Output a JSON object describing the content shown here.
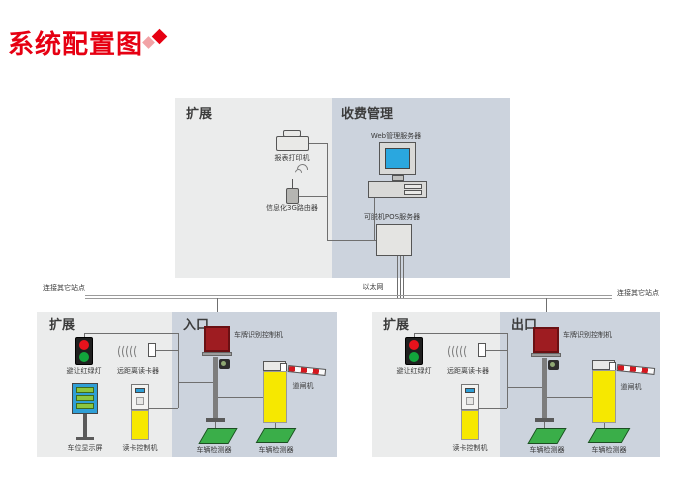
{
  "title": {
    "text": "系统配置图"
  },
  "top": {
    "expand_label": "扩展",
    "toll_label": "收费管理",
    "printer_label": "报表打印机",
    "router_label": "信息化3G路由器",
    "web_server_label": "Web管理服务器",
    "pos_server_label": "可脱机POS服务器"
  },
  "bus": {
    "ethernet_label": "以太网",
    "left_link_label": "连接其它站点",
    "right_link_label": "连接其它站点"
  },
  "entry": {
    "expand_label": "扩展",
    "gate_label": "入口",
    "traffic_light_label": "避让红绿灯",
    "rfid_reader_label": "远距离读卡器",
    "parking_display_label": "车位显示屏",
    "card_controller_label": "读卡控制机",
    "lpr_controller_label": "车牌识别控制机",
    "barrier_label": "道闸机",
    "detector1_label": "车辆检测器",
    "detector2_label": "车辆检测器"
  },
  "exit": {
    "expand_label": "扩展",
    "gate_label": "出口",
    "traffic_light_label": "避让红绿灯",
    "rfid_reader_label": "远距离读卡器",
    "card_controller_label": "读卡控制机",
    "lpr_controller_label": "车牌识别控制机",
    "barrier_label": "道闸机",
    "detector1_label": "车辆检测器",
    "detector2_label": "车辆检测器"
  },
  "colors": {
    "title_red": "#e60012",
    "panel_light": "#ebecec",
    "panel_blue": "#ccd3dd",
    "screen_blue": "#2aa7df",
    "device_yellow": "#f6e800",
    "detector_green": "#3aae49",
    "lpr_dark_red": "#9e1c21",
    "signal_red": "#e8121c",
    "signal_green": "#12a53c",
    "line_gray": "#6f6f6f"
  }
}
